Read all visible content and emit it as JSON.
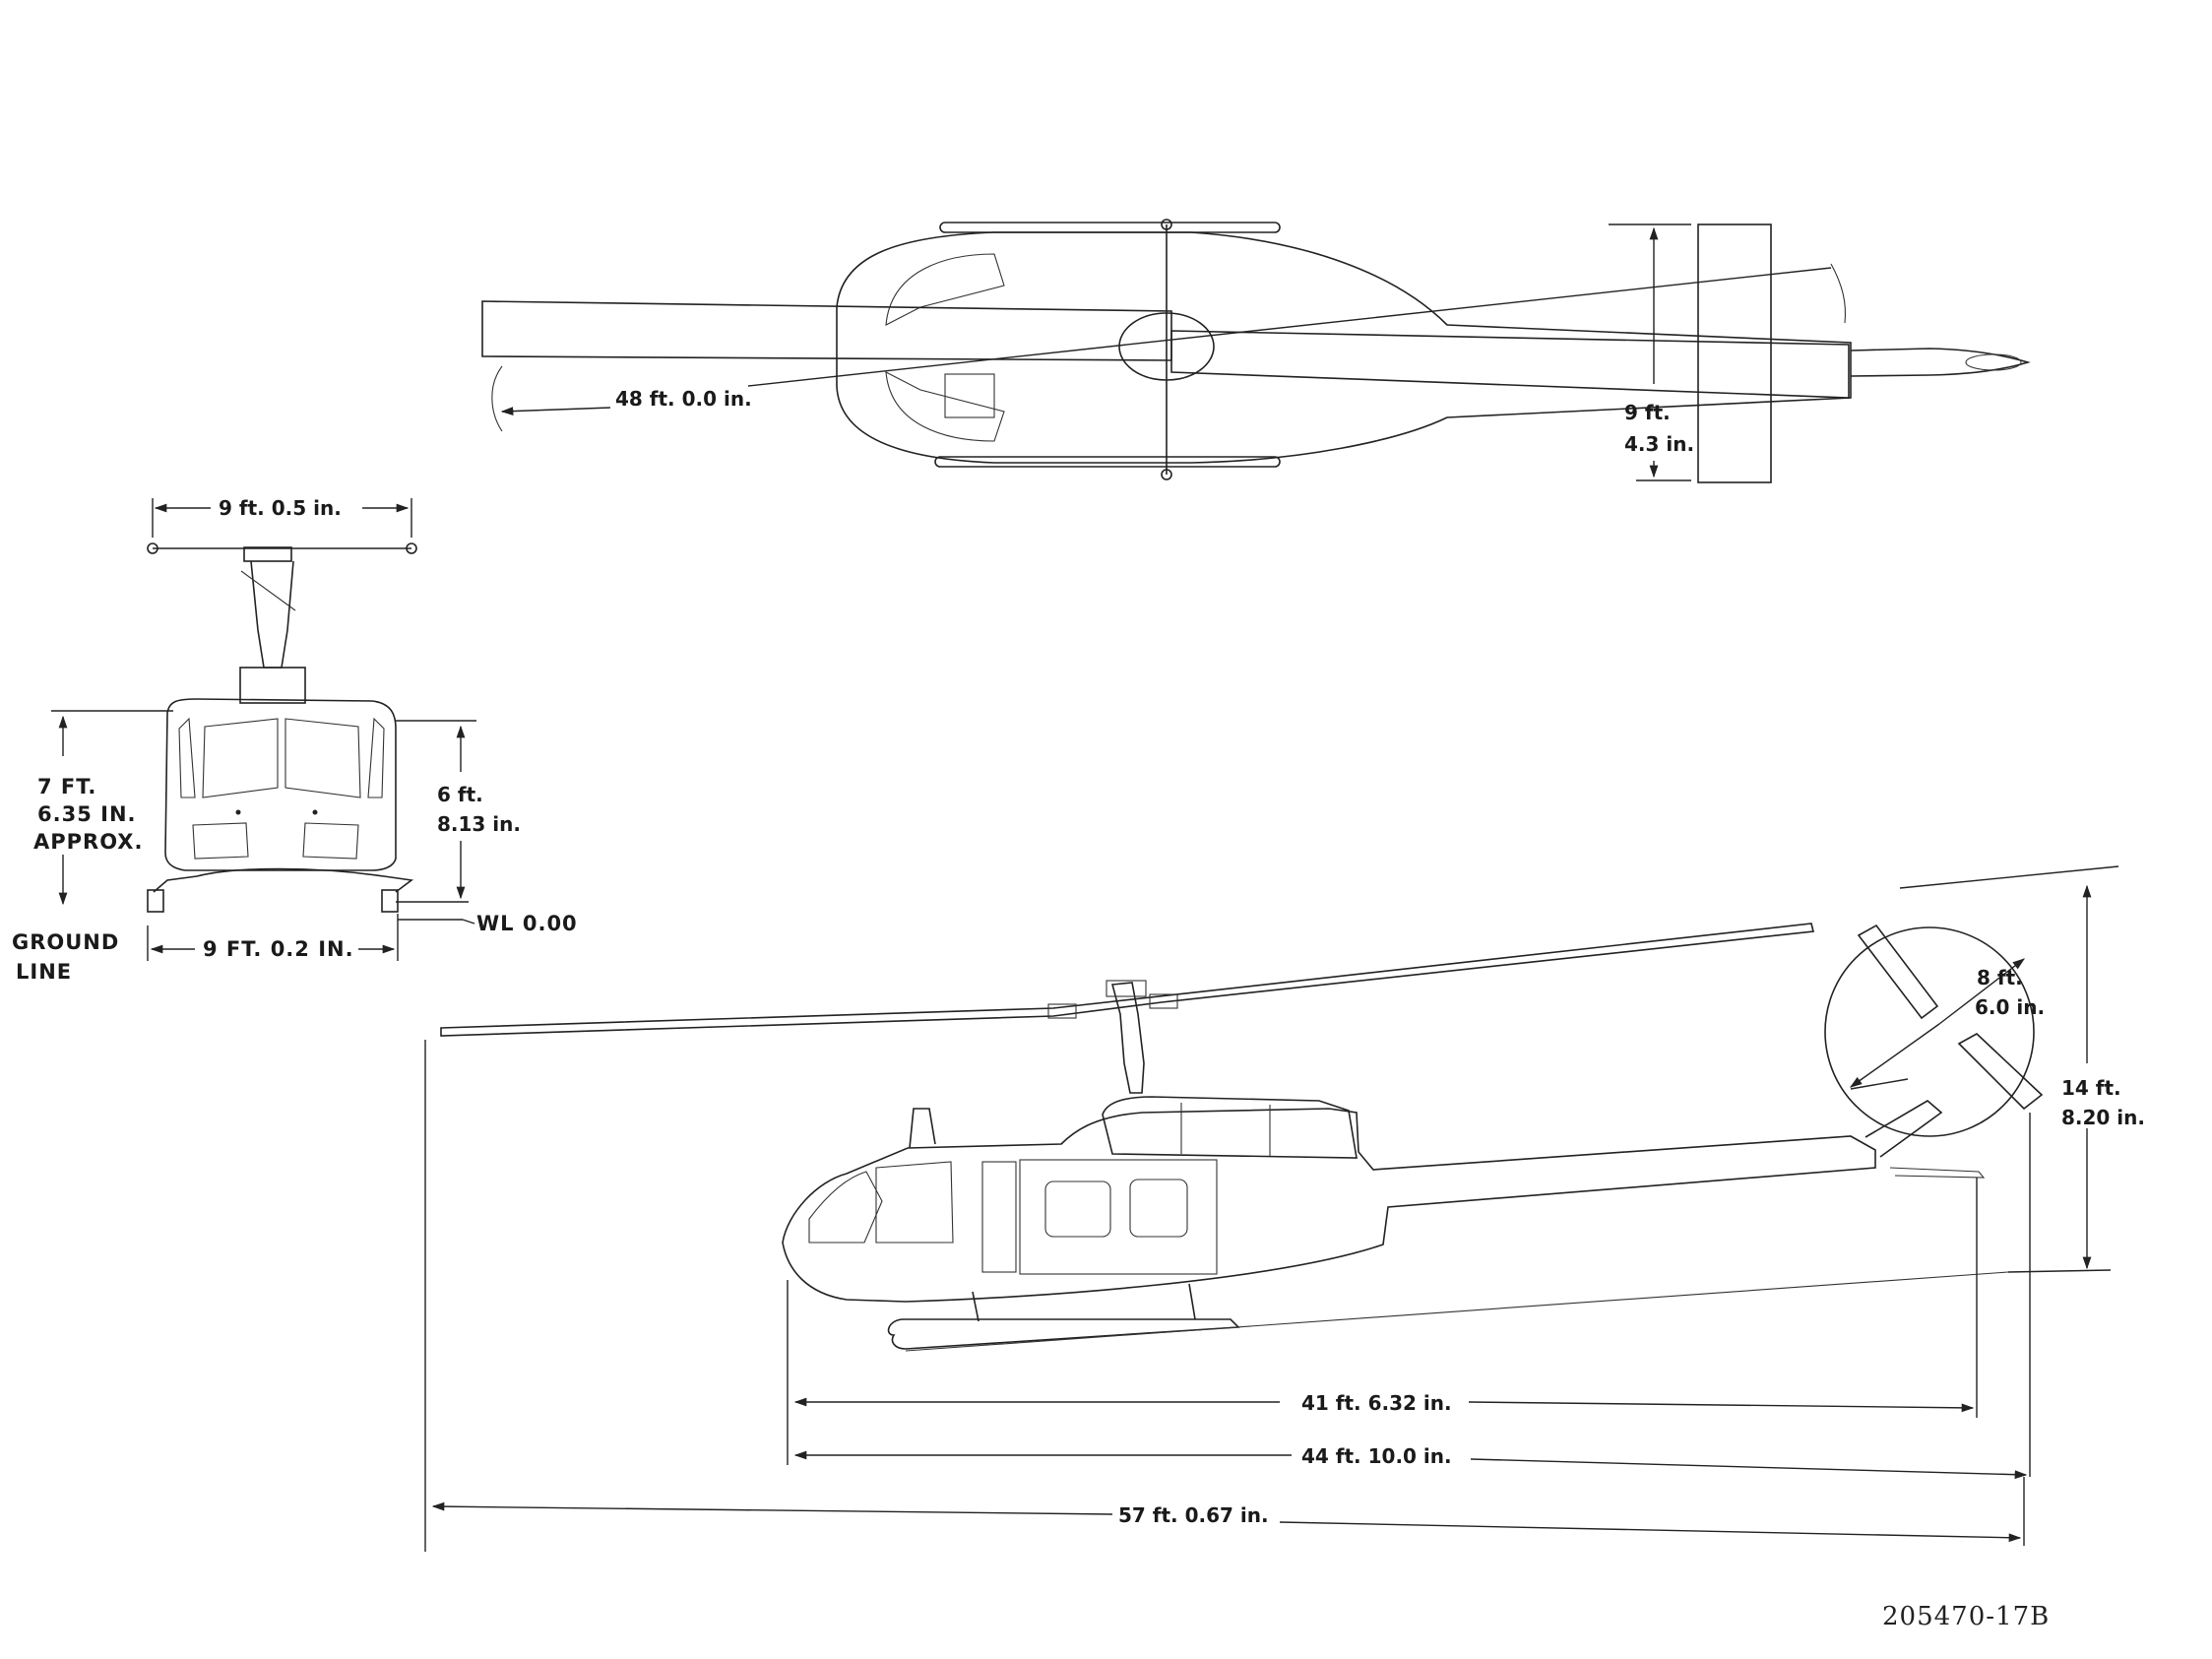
{
  "top_view": {
    "rotor_diameter": "48 ft.  0.0 in.",
    "stabilizer_span_line1": "9 ft.",
    "stabilizer_span_line2": "4.3 in."
  },
  "front_view": {
    "hub_width": "9 ft.  0.5 in.",
    "overall_height_line1": "7 FT.",
    "overall_height_line2": "6.35 IN.",
    "overall_height_line3": "APPROX.",
    "cabin_height_line1": "6 ft.",
    "cabin_height_line2": "8.13 in.",
    "skid_width": "9 FT. 0.2 IN.",
    "waterline": "WL 0.00",
    "ground_line1": "GROUND",
    "ground_line2": "LINE"
  },
  "side_view": {
    "tail_rotor_line1": "8 ft.",
    "tail_rotor_line2": "6.0 in.",
    "overall_height_line1": "14 ft.",
    "overall_height_line2": "8.20 in.",
    "fuselage_length": "41 ft.  6.32 in.",
    "overall_length_fuselage": "44 ft.  10.0 in.",
    "overall_length_rotors": "57 ft.  0.67 in."
  },
  "drawing_number": "205470-17B"
}
